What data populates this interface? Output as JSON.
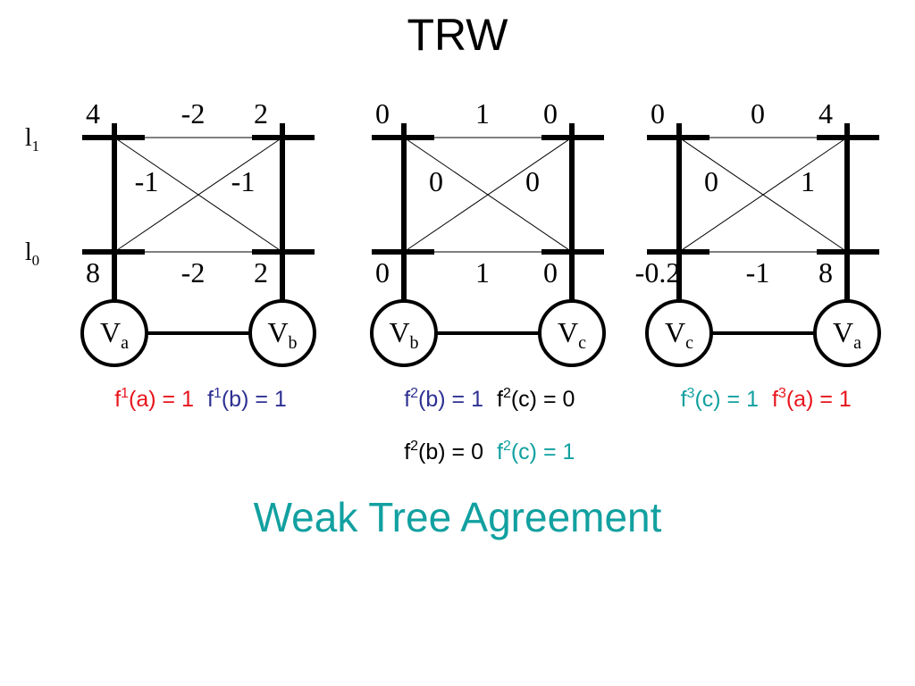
{
  "title": "TRW",
  "caption": "Weak Tree Agreement",
  "colors": {
    "red": "#e8141c",
    "blue": "#2e3192",
    "teal": "#12a0a0",
    "black": "#000000"
  },
  "row_labels": [
    {
      "base": "l",
      "sub": "1"
    },
    {
      "base": "l",
      "sub": "0"
    }
  ],
  "panels": [
    {
      "name": "panel-ab",
      "nodes": [
        {
          "base": "V",
          "sub": "a"
        },
        {
          "base": "V",
          "sub": "b"
        }
      ],
      "left_unary": {
        "l1": "4",
        "l0": "8"
      },
      "right_unary": {
        "l1": "2",
        "l0": "2"
      },
      "pairwise": {
        "top": "-2",
        "bottom": "-2",
        "diag_left": "-1",
        "diag_right": "-1"
      },
      "assignments": [
        {
          "f": "f",
          "sup": "1",
          "arg": "(a) = 1",
          "color": "#e8141c"
        },
        {
          "f": "f",
          "sup": "1",
          "arg": "(b) = 1",
          "color": "#2e3192"
        }
      ]
    },
    {
      "name": "panel-bc",
      "nodes": [
        {
          "base": "V",
          "sub": "b"
        },
        {
          "base": "V",
          "sub": "c"
        }
      ],
      "left_unary": {
        "l1": "0",
        "l0": "0"
      },
      "right_unary": {
        "l1": "0",
        "l0": "0"
      },
      "pairwise": {
        "top": "1",
        "bottom": "1",
        "diag_left": "0",
        "diag_right": "0"
      },
      "assignments": [
        {
          "f": "f",
          "sup": "2",
          "arg": "(b) = 1",
          "color": "#2e3192"
        },
        {
          "f": "f",
          "sup": "2",
          "arg": "(c) = 0",
          "color": "#000000"
        }
      ],
      "assignments_row2": [
        {
          "f": "f",
          "sup": "2",
          "arg": "(b) = 0",
          "color": "#000000"
        },
        {
          "f": "f",
          "sup": "2",
          "arg": "(c) = 1",
          "color": "#12a0a0"
        }
      ]
    },
    {
      "name": "panel-ca",
      "nodes": [
        {
          "base": "V",
          "sub": "c"
        },
        {
          "base": "V",
          "sub": "a"
        }
      ],
      "left_unary": {
        "l1": "0",
        "l0": "-0.2"
      },
      "right_unary": {
        "l1": "4",
        "l0": "8"
      },
      "pairwise": {
        "top": "0",
        "bottom": "-1",
        "diag_left": "0",
        "diag_right": "1"
      },
      "assignments": [
        {
          "f": "f",
          "sup": "3",
          "arg": "(c) = 1",
          "color": "#12a0a0"
        },
        {
          "f": "f",
          "sup": "3",
          "arg": "(a) = 1",
          "color": "#e8141c"
        }
      ]
    }
  ]
}
